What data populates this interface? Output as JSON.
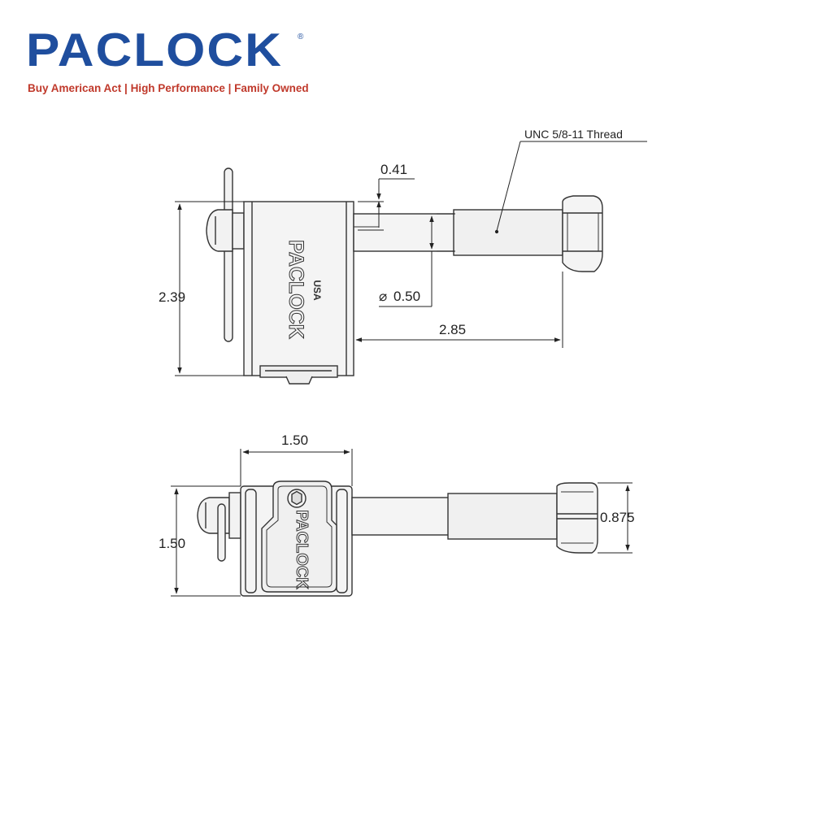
{
  "brand": {
    "name": "PACLOCK",
    "registered": "®",
    "tagline": "Buy American Act | High Performance | Family Owned",
    "colors": {
      "name": "#1f4e9e",
      "tagline": "#c0392b"
    }
  },
  "side_view": {
    "thread_note": "UNC 5/8-11 Thread",
    "dims": {
      "gap": "0.41",
      "shaft_diameter": "0.50",
      "height": "2.39",
      "length": "2.85"
    },
    "engraving": {
      "logo": "PACLOCK",
      "country": "USA"
    }
  },
  "top_view": {
    "dims": {
      "width": "1.50",
      "height": "1.50",
      "hex_size": "0.875"
    },
    "engraving": {
      "logo": "PACLOCK"
    }
  },
  "diameter_symbol": "⌀",
  "icons": [
    "hex-socket-icon"
  ]
}
